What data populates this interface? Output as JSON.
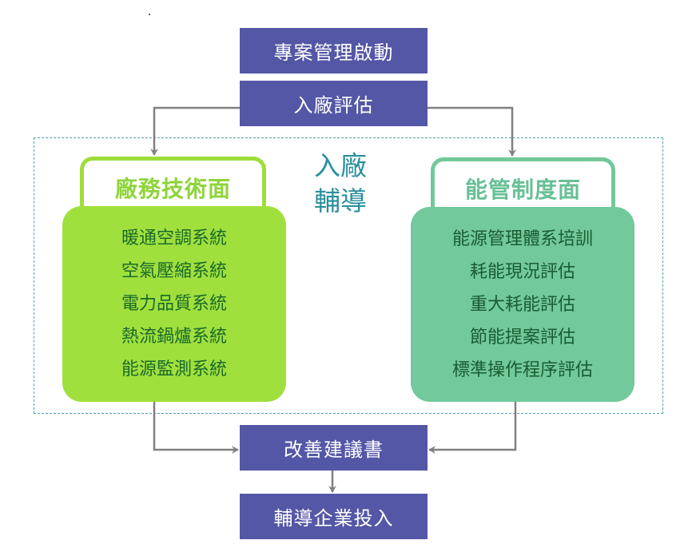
{
  "flow": {
    "steps": [
      {
        "label": "專案管理啟動"
      },
      {
        "label": "入廠評估"
      },
      {
        "label": "改善建議書"
      },
      {
        "label": "輔導企業投入"
      }
    ]
  },
  "coaching_zone": {
    "label_line1": "入廠",
    "label_line2": "輔導"
  },
  "left_panel": {
    "title": "廠務技術面",
    "items": [
      "暖通空調系統",
      "空氣壓縮系統",
      "電力品質系統",
      "熱流鍋爐系統",
      "能源監測系統"
    ]
  },
  "right_panel": {
    "title": "能管制度面",
    "items": [
      "能源管理體系培訓",
      "耗能現況評估",
      "重大耗能評估",
      "節能提案評估",
      "標準操作程序評估"
    ]
  },
  "colors": {
    "step_fill": "#5357a5",
    "left_accent": "#9ddd3a",
    "right_accent": "#72c89a",
    "dashed_frame": "#4aa3b5",
    "connector": "#808080"
  }
}
